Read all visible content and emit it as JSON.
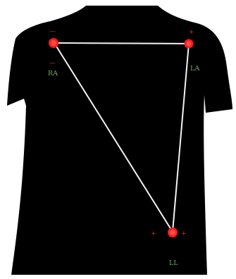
{
  "electrodes": [
    {
      "label": "RA",
      "signs": [
        "—",
        "—"
      ]
    },
    {
      "label": "LA",
      "signs": [
        "+",
        ""
      ]
    },
    {
      "label": "LL",
      "signs": [
        "+",
        "+"
      ]
    }
  ],
  "colors": {
    "background": "#ffffff",
    "torso": "#000000",
    "electrode": "#ff1a1a",
    "line": "#f2f2f2",
    "label": "#7ea85a",
    "sign": "#c43a2a"
  },
  "icons": {
    "electrode": "red-dot-icon"
  }
}
